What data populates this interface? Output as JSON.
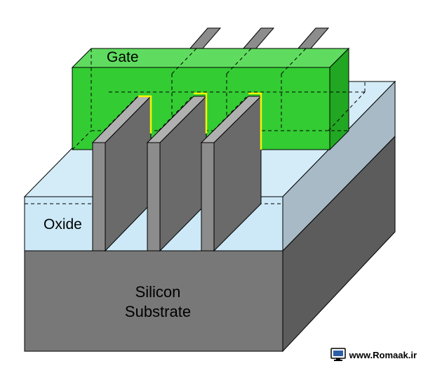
{
  "labels": {
    "gate": "Gate",
    "oxide": "Oxide",
    "substrate_line1": "Silicon",
    "substrate_line2": "Substrate"
  },
  "watermark": {
    "text": "www.Romaak.ir",
    "icon": "computer-monitor-icon"
  },
  "colors": {
    "gate_front": "#33cc33",
    "gate_top": "#5fdc5f",
    "gate_side": "#22a722",
    "oxide_top": "#d4ecf8",
    "oxide_front": "#cde9f8",
    "oxide_side": "#a7bac6",
    "substrate_front": "#787878",
    "substrate_side": "#5c5c5c",
    "fin_front": "#8c8c8c",
    "fin_side": "#6a6a6a",
    "fin_top": "#b0b0b0",
    "channel_highlight": "#f5f500"
  }
}
